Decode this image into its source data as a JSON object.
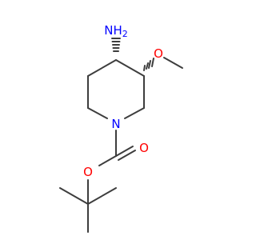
{
  "molecule": {
    "atoms": {
      "nh2": {
        "label": "NH",
        "subscript": "2",
        "color": "#0000ff"
      },
      "methoxy_oxygen": {
        "label": "O",
        "color": "#ff0000"
      },
      "ring_nitrogen": {
        "label": "N",
        "color": "#0000ff"
      },
      "ester_oxygen": {
        "label": "O",
        "color": "#ff0000"
      },
      "carbonyl_oxygen": {
        "label": "O",
        "color": "#ff0000"
      }
    },
    "bond_color": "#3d3d3d"
  }
}
